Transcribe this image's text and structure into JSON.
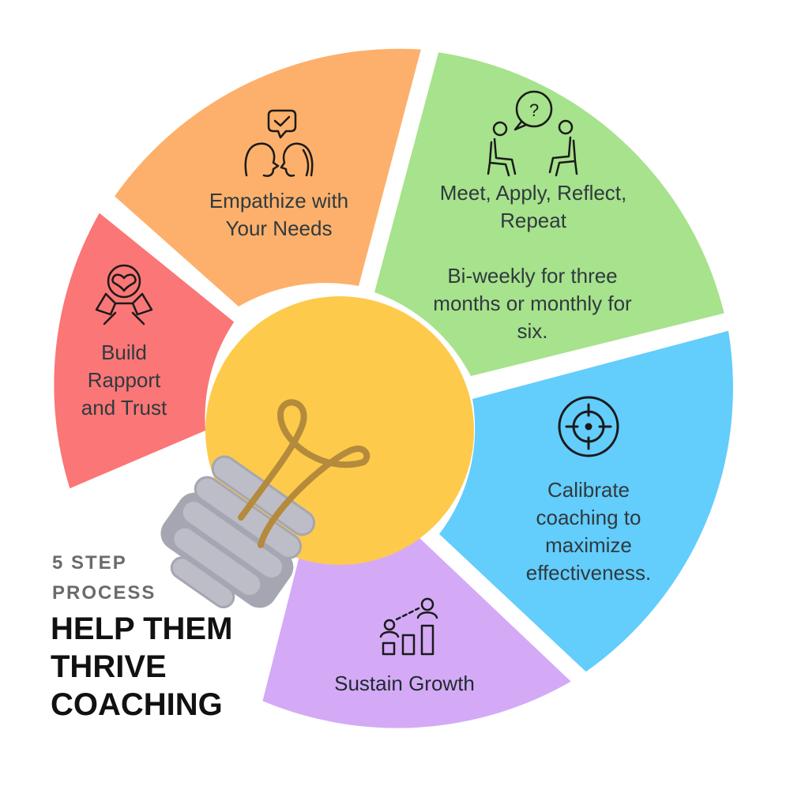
{
  "colors": {
    "build": "#fb7676",
    "empathize": "#fdb06b",
    "meet": "#a7e28c",
    "calibrate": "#63cdfc",
    "sustain": "#d4aaf7",
    "bulb": "#fdca4b",
    "filament": "#b48a3c",
    "base": "#bdbdc7",
    "base_dark": "#a6a6b3"
  },
  "segments": {
    "build": {
      "lines": [
        "Build",
        "Rapport",
        "and Trust"
      ],
      "icon": "hands-heart-icon"
    },
    "empathize": {
      "lines": [
        "Empathize with",
        "Your Needs"
      ],
      "icon": "two-people-chat-icon"
    },
    "meet": {
      "lines": [
        "Meet, Apply, Reflect,",
        "Repeat"
      ],
      "detail_lines": [
        "Bi-weekly for three",
        "months or monthly for",
        "six."
      ],
      "icon": "seated-conversation-icon"
    },
    "calibrate": {
      "lines": [
        "Calibrate",
        "coaching to",
        "maximize",
        "effectiveness."
      ],
      "icon": "target-icon"
    },
    "sustain": {
      "lines": [
        "Sustain Growth"
      ],
      "icon": "growth-chart-icon"
    }
  },
  "subtitle_lines": [
    "5 STEP",
    "PROCESS"
  ],
  "title_lines": [
    "HELP THEM",
    "THRIVE",
    "COACHING"
  ]
}
